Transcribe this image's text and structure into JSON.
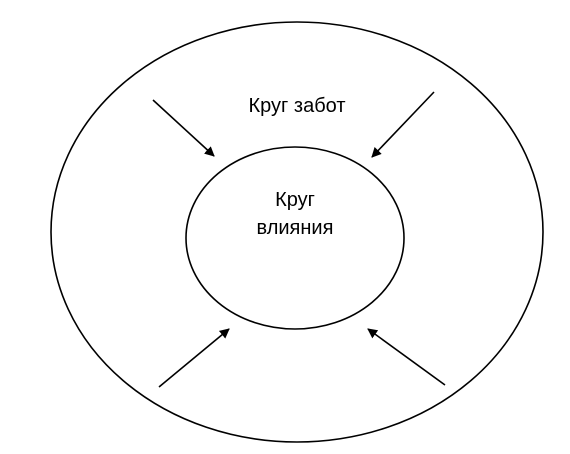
{
  "diagram": {
    "outer_circle_label": "Круг забот",
    "inner_circle_label_line1": "Круг",
    "inner_circle_label_line2": "влияния",
    "stroke_color": "#000000",
    "background_color": "#ffffff",
    "arrow_count": 4,
    "arrow_direction": "inward"
  }
}
